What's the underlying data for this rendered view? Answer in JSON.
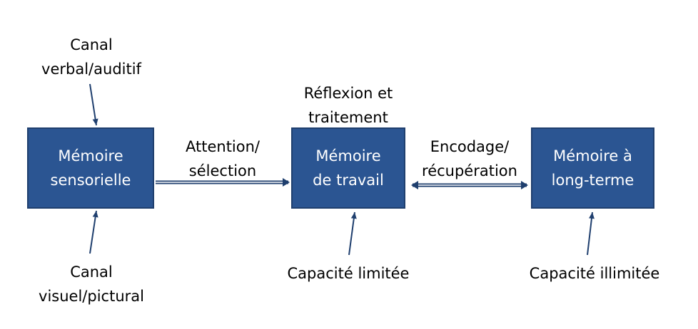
{
  "colors": {
    "box_fill": "#2b5592",
    "box_border": "#1f3f6e",
    "box_text": "#ffffff",
    "arrow": "#1f3f6e",
    "text": "#000000"
  },
  "boxes": {
    "sensory": {
      "line1": "Mémoire",
      "line2": "sensorielle"
    },
    "working": {
      "line1": "Mémoire",
      "line2": "de travail"
    },
    "longterm": {
      "line1": "Mémoire à",
      "line2": "long-terme"
    }
  },
  "labels": {
    "verbal_channel": {
      "line1": "Canal",
      "line2": "verbal/auditif"
    },
    "visual_channel": {
      "line1": "Canal",
      "line2": "visuel/pictural"
    },
    "attention": {
      "line1": "Attention/",
      "line2": "sélection"
    },
    "reflection": {
      "line1": "Réflexion et",
      "line2": "traitement"
    },
    "encoding": {
      "line1": "Encodage/",
      "line2": "récupération"
    },
    "limited_capacity": "Capacité limitée",
    "unlimited_capacity": "Capacité illimitée"
  }
}
